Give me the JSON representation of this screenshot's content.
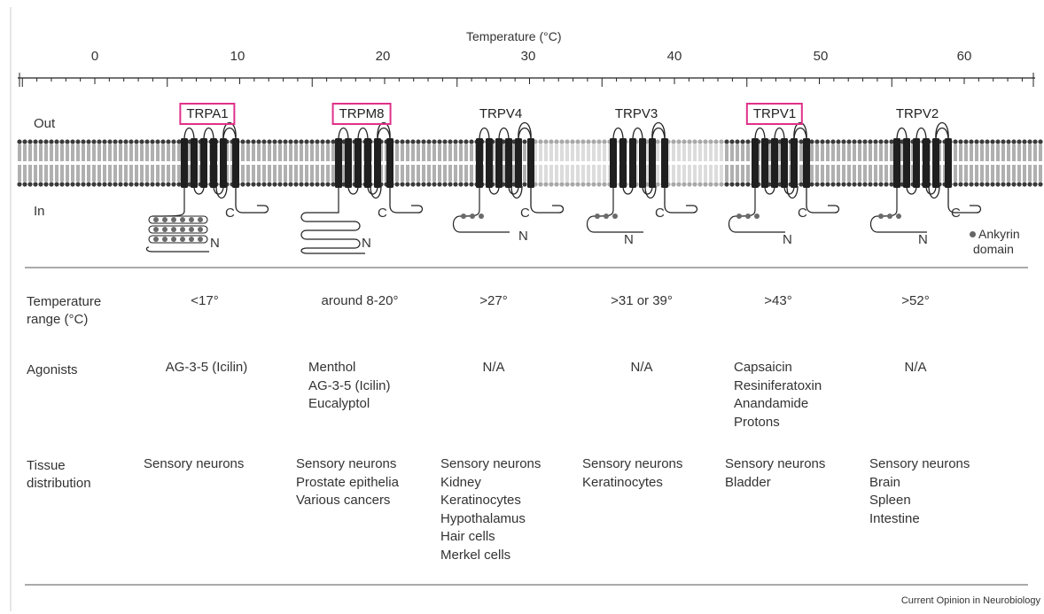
{
  "axis": {
    "title": "Temperature (°C)",
    "ticks": [
      "0",
      "10",
      "20",
      "30",
      "40",
      "50",
      "60"
    ]
  },
  "membrane": {
    "out_label": "Out",
    "in_label": "In"
  },
  "channels": [
    {
      "name": "TRPA1",
      "highlighted": true,
      "ankyrin_rows": 3
    },
    {
      "name": "TRPM8",
      "highlighted": true,
      "ankyrin_rows": 0
    },
    {
      "name": "TRPV4",
      "highlighted": false,
      "ankyrin_rows": 1
    },
    {
      "name": "TRPV3",
      "highlighted": false,
      "ankyrin_rows": 1
    },
    {
      "name": "TRPV1",
      "highlighted": true,
      "ankyrin_rows": 1
    },
    {
      "name": "TRPV2",
      "highlighted": false,
      "ankyrin_rows": 1
    }
  ],
  "terminus": {
    "c": "C",
    "n": "N"
  },
  "legend": {
    "ankyrin": "Ankyrin domain",
    "ankyrin_line1": "Ankyrin",
    "ankyrin_line2": "domain"
  },
  "table": {
    "row_labels": {
      "temperature_line1": "Temperature",
      "temperature_line2": "range (°C)",
      "agonists": "Agonists",
      "tissue_line1": "Tissue",
      "tissue_line2": "distribution"
    },
    "temperature_range": [
      "<17°",
      "around 8-20°",
      ">27°",
      ">31 or 39°",
      ">43°",
      ">52°"
    ],
    "agonists": [
      [
        "AG-3-5 (Icilin)"
      ],
      [
        "Menthol",
        "AG-3-5 (Icilin)",
        "Eucalyptol"
      ],
      [
        "N/A"
      ],
      [
        "N/A"
      ],
      [
        "Capsaicin",
        "Resiniferatoxin",
        "Anandamide",
        "Protons"
      ],
      [
        "N/A"
      ]
    ],
    "tissue_distribution": [
      [
        "Sensory neurons"
      ],
      [
        "Sensory neurons",
        "Prostate epithelia",
        "Various cancers"
      ],
      [
        "Sensory neurons",
        "Kidney",
        "Keratinocytes",
        "Hypothalamus",
        "Hair cells",
        "Merkel cells"
      ],
      [
        "Sensory neurons",
        "Keratinocytes"
      ],
      [
        "Sensory neurons",
        "Bladder"
      ],
      [
        "Sensory neurons",
        "Brain",
        "Spleen",
        "Intestine"
      ]
    ]
  },
  "credit": "Current Opinion in Neurobiology",
  "colors": {
    "highlight": "#e0318a",
    "ink": "#222222",
    "text": "#333333"
  }
}
